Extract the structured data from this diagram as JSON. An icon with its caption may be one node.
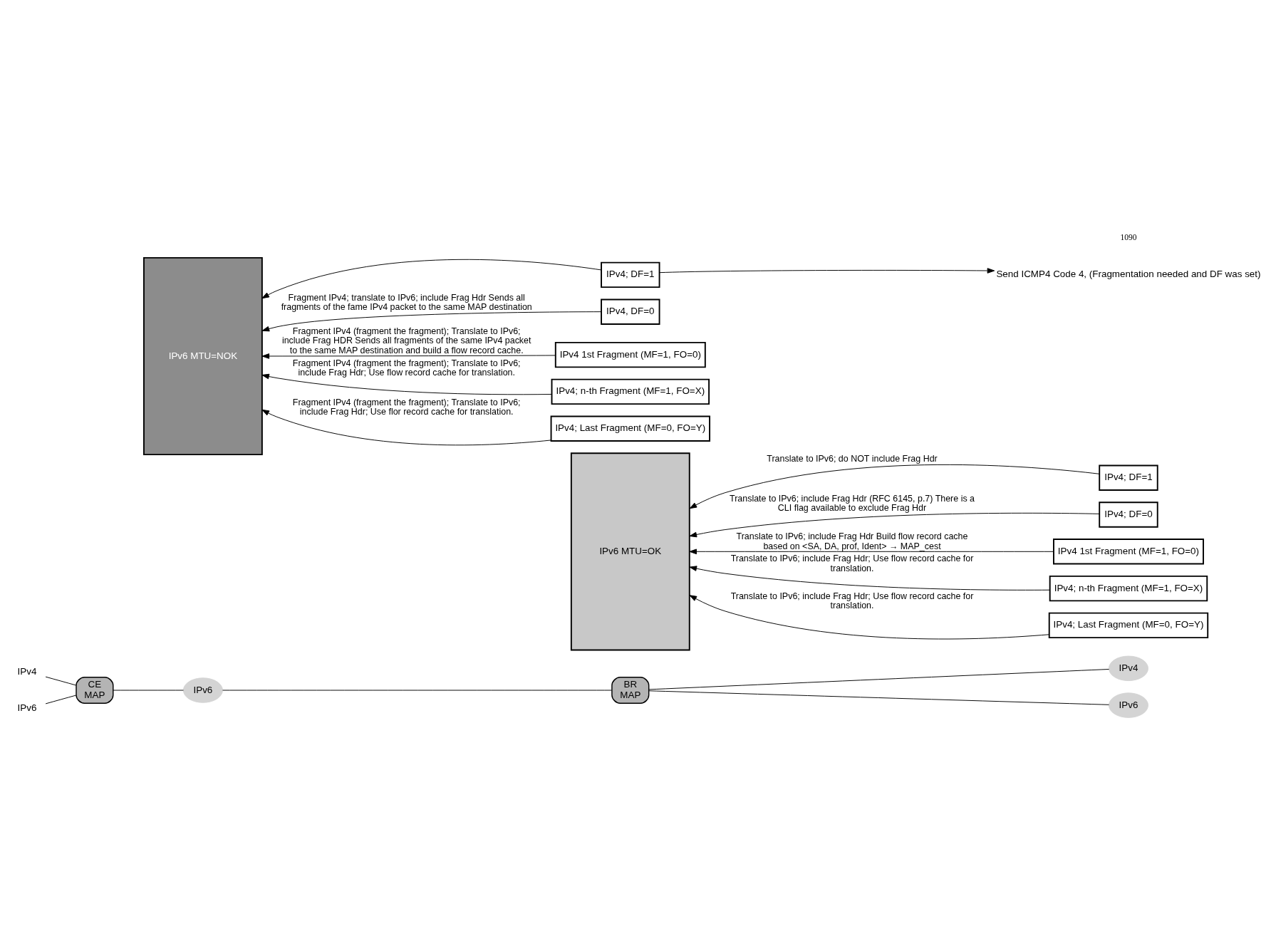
{
  "diagram": {
    "nodes": [
      {
        "text": [
          "CE",
          "MAP"
        ]
      },
      {
        "text": [
          "BR",
          "MAP"
        ]
      },
      {
        "text": [
          "IPv6"
        ]
      },
      {
        "text": [
          "IPv4"
        ]
      },
      {
        "text": [
          "IPv6"
        ]
      },
      {
        "text": [
          "IPv4"
        ]
      },
      {
        "text": [
          "IPv6"
        ]
      },
      {
        "text": [
          "IPv6 MTU=OK"
        ]
      },
      {
        "text": [
          "IPv4; DF=1"
        ]
      },
      {
        "text": [
          "IPv4; DF=0"
        ]
      },
      {
        "text": [
          "IPv4 1st Fragment (MF=1, FO=0)"
        ]
      },
      {
        "text": [
          "IPv4; n-th Fragment (MF=1, FO=X)"
        ]
      },
      {
        "text": [
          "IPv4; Last Fragment (MF=0, FO=Y)"
        ]
      },
      {
        "text": [
          "IPv6 MTU=NOK"
        ]
      },
      {
        "text": [
          "IPv4; DF=1"
        ]
      },
      {
        "text": [
          "IPv4, DF=0"
        ]
      },
      {
        "text": [
          "IPv4 1st Fragment (MF=1, FO=0)"
        ]
      },
      {
        "text": [
          "IPv4; n-th Fragment (MF=1, FO=X)"
        ]
      },
      {
        "text": [
          "IPv4; Last Fragment (MF=0, FO=Y)"
        ]
      },
      {
        "text": [
          "Send ICMP4 Code 4, (Fragmentation needed and DF was set)"
        ]
      }
    ],
    "edges": [
      {
        "from": 0,
        "to": 5,
        "arrow": "none"
      },
      {
        "from": 0,
        "to": 6,
        "arrow": "none"
      },
      {
        "from": 2,
        "to": 0,
        "arrow": "none"
      },
      {
        "from": 1,
        "to": 2,
        "arrow": "none"
      },
      {
        "from": 3,
        "to": 1,
        "arrow": "none"
      },
      {
        "from": 4,
        "to": 1,
        "arrow": "none"
      },
      {
        "from": 8,
        "to": 7,
        "arrow": "to",
        "label": "Translate to IPv6; do NOT include Frag Hdr"
      },
      {
        "from": 9,
        "to": 7,
        "arrow": "to",
        "label": "Translate to IPv6; include Frag Hdr (RFC 6145, p.7) There is a CLI flag available to exclude Frag Hdr"
      },
      {
        "from": 10,
        "to": 7,
        "arrow": "to",
        "label": "Translate to IPv6; include Frag Hdr Build flow record cache based on <SA, DA, prof, Ident> → MAP_cest"
      },
      {
        "from": 11,
        "to": 7,
        "arrow": "to",
        "label": "Translate to IPv6; include Frag Hdr; Use flow record cache for translation."
      },
      {
        "from": 12,
        "to": 7,
        "arrow": "to",
        "label": "Translate to IPv6; include Frag Hdr; Use flow record cache for translation."
      },
      {
        "from": 14,
        "to": 13,
        "arrow": "to"
      },
      {
        "from": 14,
        "to": 19,
        "arrow": "to"
      },
      {
        "from": 15,
        "to": 13,
        "arrow": "to",
        "label": "Fragment IPv4; translate to IPv6; include Frag Hdr Sends all fragments of the fame IPv4 packet to the same MAP destination"
      },
      {
        "from": 16,
        "to": 13,
        "arrow": "to",
        "label": "Fragment IPv4 (fragment the fragment); Translate to IPv6; include Frag HDR Sends all fragments of the same IPv4 packet to the same MAP destination and build a flow record cache."
      },
      {
        "from": 17,
        "to": 13,
        "arrow": "to",
        "label": "Fragment IPv4 (fragment the fragment); Translate to IPv6; include Frag Hdr; Use flow record cache for translation."
      },
      {
        "from": 18,
        "to": 13,
        "arrow": "to",
        "label": "Fragment IPv4 (fragment the fragment); Translate to IPv6; include Frag Hdr; Use flor record cache for translation."
      }
    ],
    "labels": [
      "1090"
    ]
  }
}
